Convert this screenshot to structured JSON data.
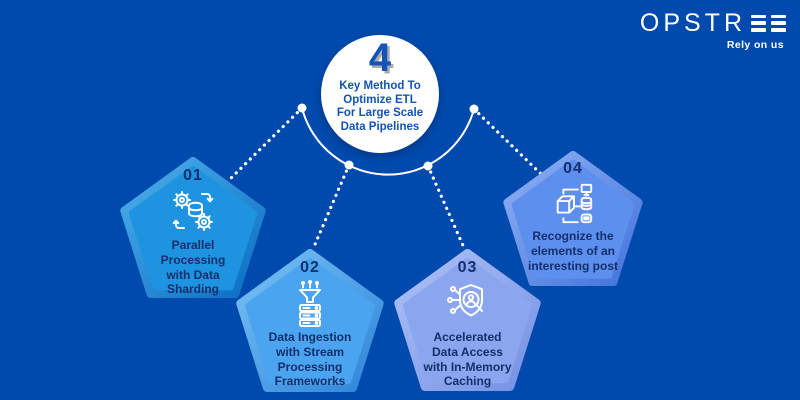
{
  "canvas": {
    "background_color": "#004AAD"
  },
  "logo": {
    "brand": "OPSTREE",
    "brand_prefix": "OPSTR",
    "stylized_e_count": 2,
    "tagline": "Rely on us",
    "color": "#FFFFFF"
  },
  "center_badge": {
    "number": "4",
    "title": "Key Method To\nOptimize ETL\nFor Large Scale\nData Pipelines",
    "circle_color": "#FFFFFF",
    "text_color": "#1253B5"
  },
  "methods": [
    {
      "number": "01",
      "label": "Parallel\nProcessing\nwith Data\nSharding",
      "icon": "gears-database-icon",
      "body_color": "#1E93E0",
      "edge_light": "#4FB0EC",
      "edge_dark": "#0A6CC2"
    },
    {
      "number": "02",
      "label": "Data Ingestion\nwith Stream\nProcessing\nFrameworks",
      "icon": "funnel-server-icon",
      "body_color": "#4AA4EF",
      "edge_light": "#79C2F6",
      "edge_dark": "#2E84D8"
    },
    {
      "number": "03",
      "label": "Accelerated\nData Access\nwith In-Memory\nCaching",
      "icon": "shield-user-network-icon",
      "body_color": "#8BA6EF",
      "edge_light": "#AEC2F6",
      "edge_dark": "#7490E4"
    },
    {
      "number": "04",
      "label": "Recognize the\nelements of an\ninteresting post",
      "icon": "cube-data-elements-icon",
      "body_color": "#5D8FEE",
      "edge_light": "#8FB0F4",
      "edge_dark": "#4273DB"
    }
  ],
  "connectors": {
    "line_color": "#FFFFFF",
    "style": "dotted",
    "node_count": 4
  },
  "text_color_dark": "#142F6B"
}
